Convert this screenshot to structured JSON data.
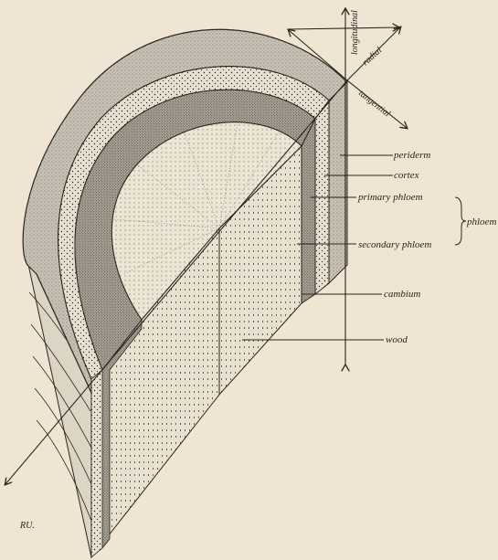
{
  "labels": {
    "periderm": "periderm",
    "cortex": "cortex",
    "primary_phloem": "primary phloem",
    "secondary_phloem": "secondary phloem",
    "phloem": "phloem",
    "cambium": "cambium",
    "wood": "wood"
  },
  "axes": {
    "longitudinal": "longitudinal",
    "radial": "radial",
    "tangential": "tangential"
  },
  "signature": "RU.",
  "colors": {
    "background": "#efe5d2",
    "ink": "#2a2520",
    "periderm_fill": "#c9c3b6",
    "cortex_fill": "#e6dfcf",
    "phloem_fill": "#a8a296",
    "wood_fill": "#e9e1cf"
  }
}
